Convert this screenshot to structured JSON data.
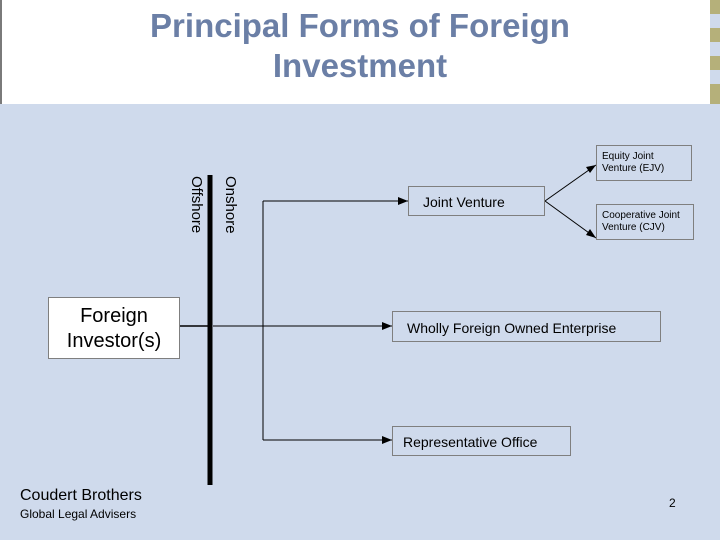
{
  "title_line1": "Principal Forms of Foreign",
  "title_line2": "Investment",
  "investor_line1": "Foreign",
  "investor_line2": "Investor(s)",
  "offshore": "Offshore",
  "onshore": "Onshore",
  "joint_venture": "Joint Venture",
  "ejv_line1": "Equity Joint",
  "ejv_line2": "Venture (EJV)",
  "cjv_line1": "Cooperative Joint",
  "cjv_line2": "Venture (CJV)",
  "wfoe": "Wholly Foreign Owned Enterprise",
  "rep_office": "Representative Office",
  "logo_name": "Coudert Brothers",
  "logo_tagline": "Global Legal Advisers",
  "page_number": "2",
  "colors": {
    "title": "#6b7fa6",
    "background": "#cfdaec",
    "stripe": "#b5b07a"
  }
}
